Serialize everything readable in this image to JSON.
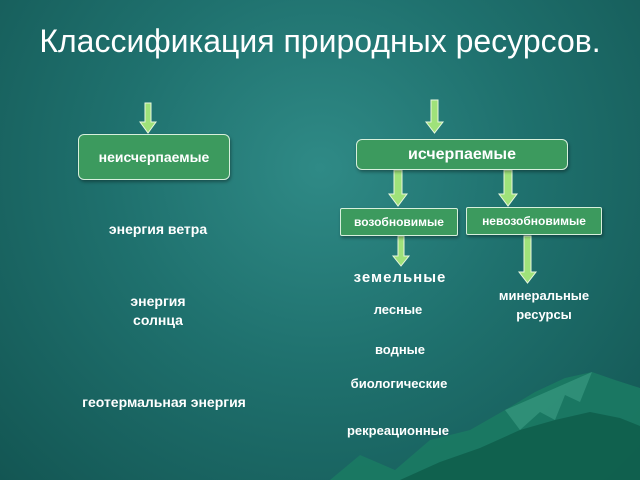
{
  "title": "Классификация природных ресурсов.",
  "boxes": {
    "inexhaustible": "неисчерпаемые",
    "exhaustible": "исчерпаемые",
    "renewable": "возобновимые",
    "nonrenewable": "невозобновимые"
  },
  "inexhaustible_items": [
    "энергия ветра",
    "энергия солнца",
    "геотермальная энергия"
  ],
  "renewable_items": [
    "земельные",
    "лесные",
    "водные",
    "биологические",
    "рекреационные"
  ],
  "nonrenewable_items": [
    "минеральные ресурсы"
  ],
  "colors": {
    "background": "#1f716e",
    "box_fill": "#3c9a5e",
    "arrow_fill": "#9fe27a"
  }
}
